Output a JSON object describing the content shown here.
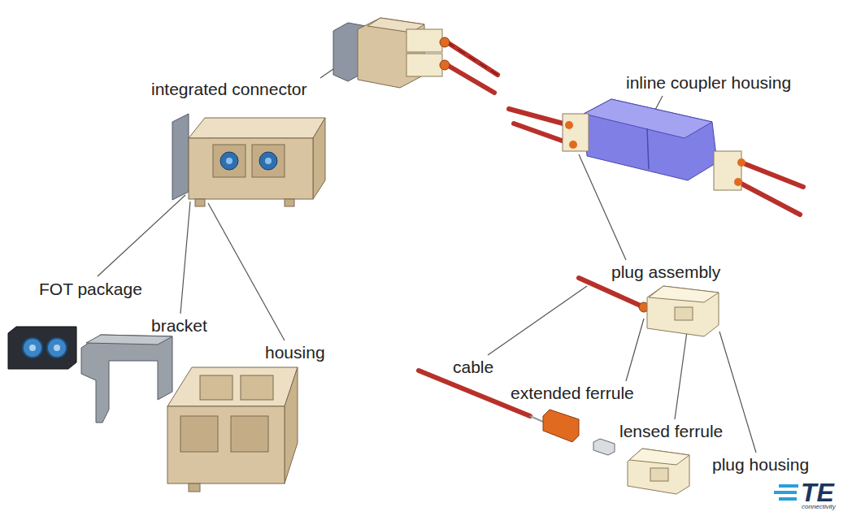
{
  "diagram": {
    "labels": [
      "integrated connector",
      "inline coupler housing",
      "FOT package",
      "bracket",
      "housing",
      "plug assembly",
      "cable",
      "extended ferrule",
      "lensed ferrule",
      "plug housing",
      "TE",
      "connectivity"
    ]
  }
}
